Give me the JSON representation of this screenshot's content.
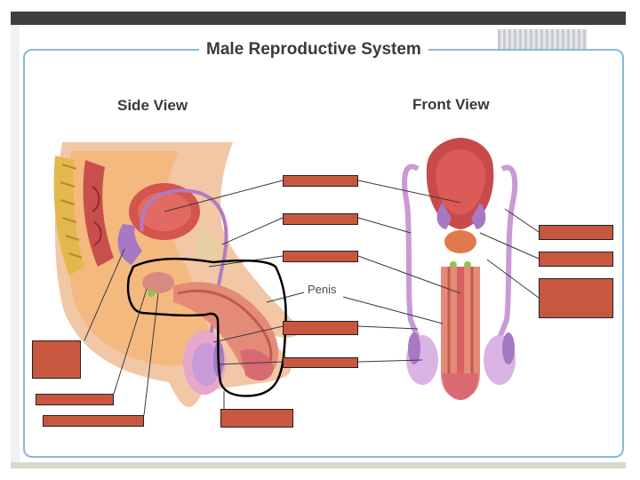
{
  "diagram": {
    "title": "Male Reproductive System",
    "side_view_label": "Side View",
    "front_view_label": "Front View",
    "penis_label": "Penis"
  },
  "colors": {
    "label_box_fill": "#c8573f",
    "frame_border": "#8ab9d8",
    "top_bar": "#3f3f3f",
    "bottom_bar": "#d5dccb",
    "highlight_outline": "#000000"
  }
}
